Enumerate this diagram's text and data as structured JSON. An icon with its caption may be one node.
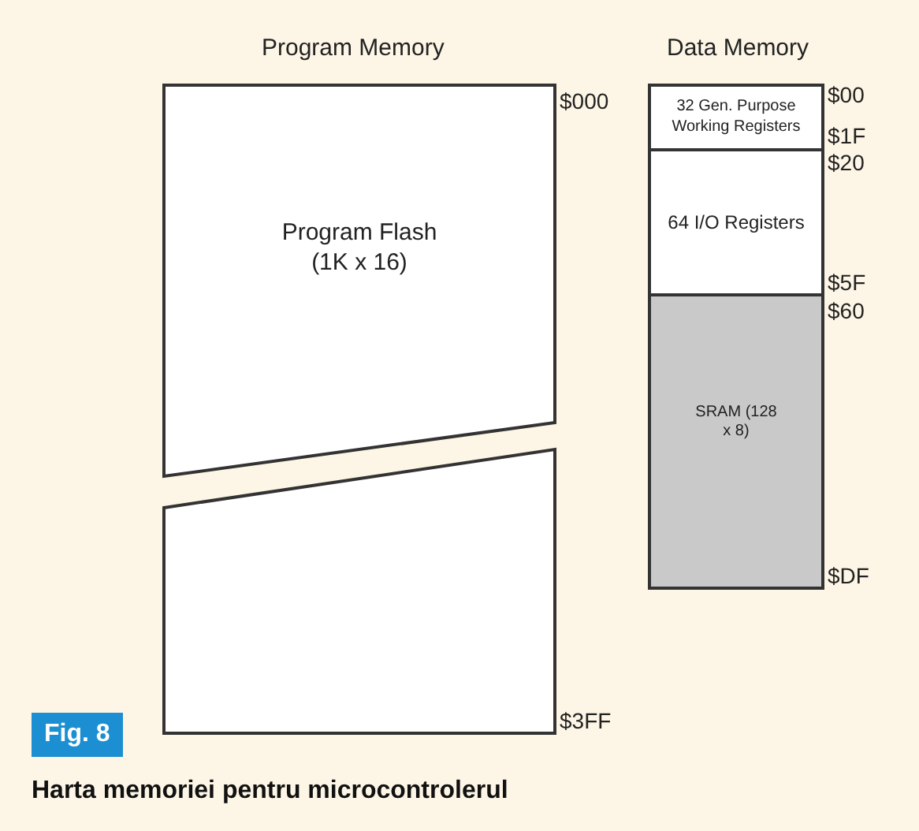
{
  "diagram": {
    "caption": "Harta memoriei pentru microcontrolerul",
    "nodes": [
      {
        "text": [
          "Program Flash (1K x 16)"
        ]
      },
      {
        "text": [],
        "shape": "box"
      },
      {
        "text": [
          "32 Gen. Purpose Working Registers"
        ]
      },
      {
        "text": [
          "64 I/O Registers"
        ]
      },
      {
        "text": [
          "SRAM (128 x 8)"
        ]
      }
    ],
    "labels": [
      "Program Memory",
      "Data Memory",
      "$000",
      "$00",
      "$1F",
      "$20",
      "$5F",
      "$60",
      "$DF",
      "$3FF",
      "Fig. 8"
    ]
  }
}
